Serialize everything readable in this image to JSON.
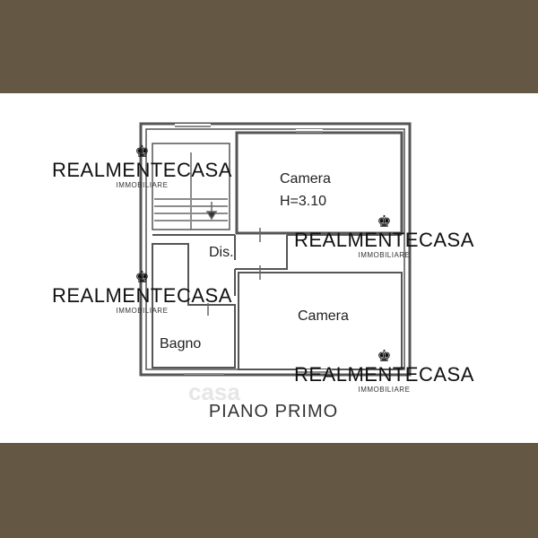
{
  "rooms": {
    "camera_top": "Camera",
    "camera_top_height": "H=3.10",
    "dis": "Dis.",
    "camera_bottom": "Camera",
    "bagno": "Bagno"
  },
  "caption": "PIANO PRIMO",
  "watermark": {
    "brand": "REALMENTECASA",
    "sub": "IMMOBILIARE",
    "icon": "crown-icon",
    "faint_logo": "casa"
  },
  "colors": {
    "frame": "#645845",
    "background": "#ffffff",
    "walls": "#555555"
  }
}
